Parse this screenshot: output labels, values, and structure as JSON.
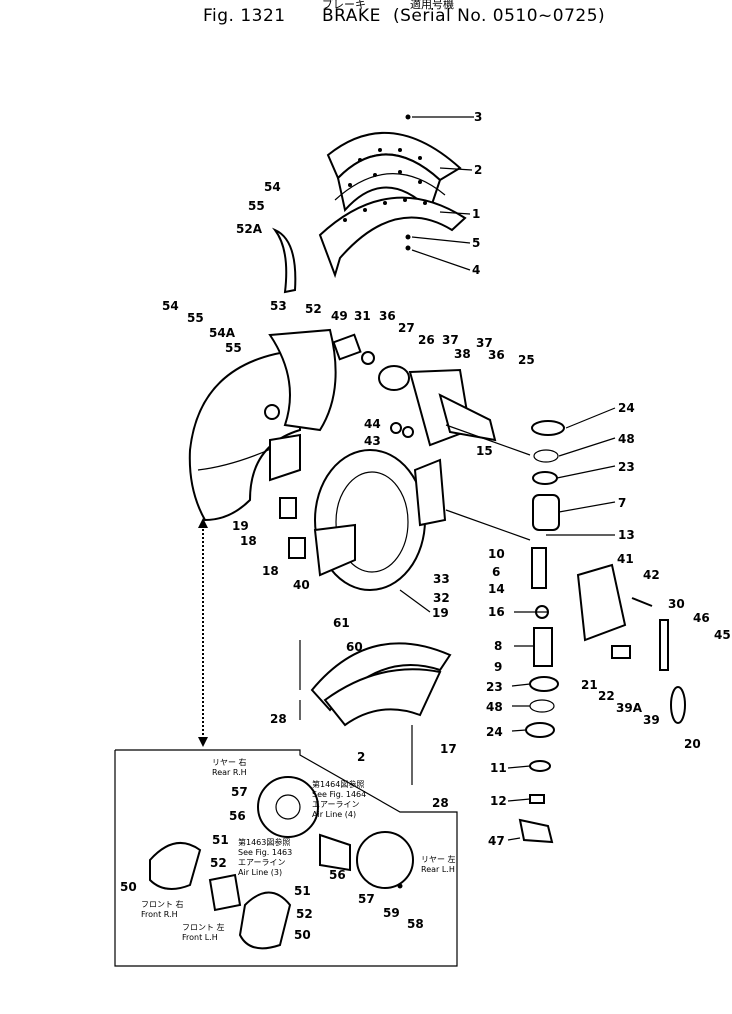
{
  "header": {
    "fig_label": "Fig. 1321",
    "title": "BRAKE",
    "serial": "(Serial No. 0510~0725)",
    "jp_title": "ブレーキ",
    "jp_serial": "適用号機"
  },
  "labels": {
    "l3": "3",
    "l2": "2",
    "l1": "1",
    "l5": "5",
    "l4": "4",
    "l54a": "54",
    "l55a": "55",
    "l52Aa": "52A",
    "l54b": "54",
    "l55b": "55",
    "l54Ab": "54A",
    "l55c": "55",
    "l53": "53",
    "l52": "52",
    "l49": "49",
    "l31": "31",
    "l36a": "36",
    "l27": "27",
    "l26": "26",
    "l37a": "37",
    "l38": "38",
    "l37b": "37",
    "l36b": "36",
    "l25": "25",
    "l44": "44",
    "l43": "43",
    "l15": "15",
    "l24a": "24",
    "l48a": "48",
    "l23a": "23",
    "l7": "7",
    "l13": "13",
    "l10": "10",
    "l6": "6",
    "l14": "14",
    "l33": "33",
    "l32": "32",
    "l19a": "19",
    "l19b": "19",
    "l18a": "18",
    "l18b": "18",
    "l40": "40",
    "l61": "61",
    "l60": "60",
    "l41": "41",
    "l42": "42",
    "l30": "30",
    "l46": "46",
    "l45": "45",
    "l16": "16",
    "l8": "8",
    "l9": "9",
    "l21": "21",
    "l22": "22",
    "l39A": "39A",
    "l39": "39",
    "l20": "20",
    "l23b": "23",
    "l48b": "48",
    "l24b": "24",
    "l11": "11",
    "l12": "12",
    "l47": "47",
    "l28a": "28",
    "l17": "17",
    "l2b": "2",
    "l28b": "28",
    "l57a": "57",
    "l56a": "56",
    "l51a": "51",
    "l52b": "52",
    "l50a": "50",
    "l56b": "56",
    "l57b": "57",
    "l59": "59",
    "l58": "58",
    "l51b": "51",
    "l52c": "52",
    "l50b": "50"
  },
  "notes": {
    "rear_rh": [
      "リヤー 右",
      "Rear R.H"
    ],
    "fig1464": [
      "第1464図参照",
      "See Fig. 1464",
      "エアーライン",
      "Air Line (4)"
    ],
    "fig1463": [
      "第1463図参照",
      "See Fig. 1463",
      "エアーライン",
      "Air Line (3)"
    ],
    "rear_lh": [
      "リヤー 左",
      "Rear L.H"
    ],
    "front_rh": [
      "フロント 右",
      "Front R.H"
    ],
    "front_lh": [
      "フロント 左",
      "Front L.H"
    ]
  }
}
